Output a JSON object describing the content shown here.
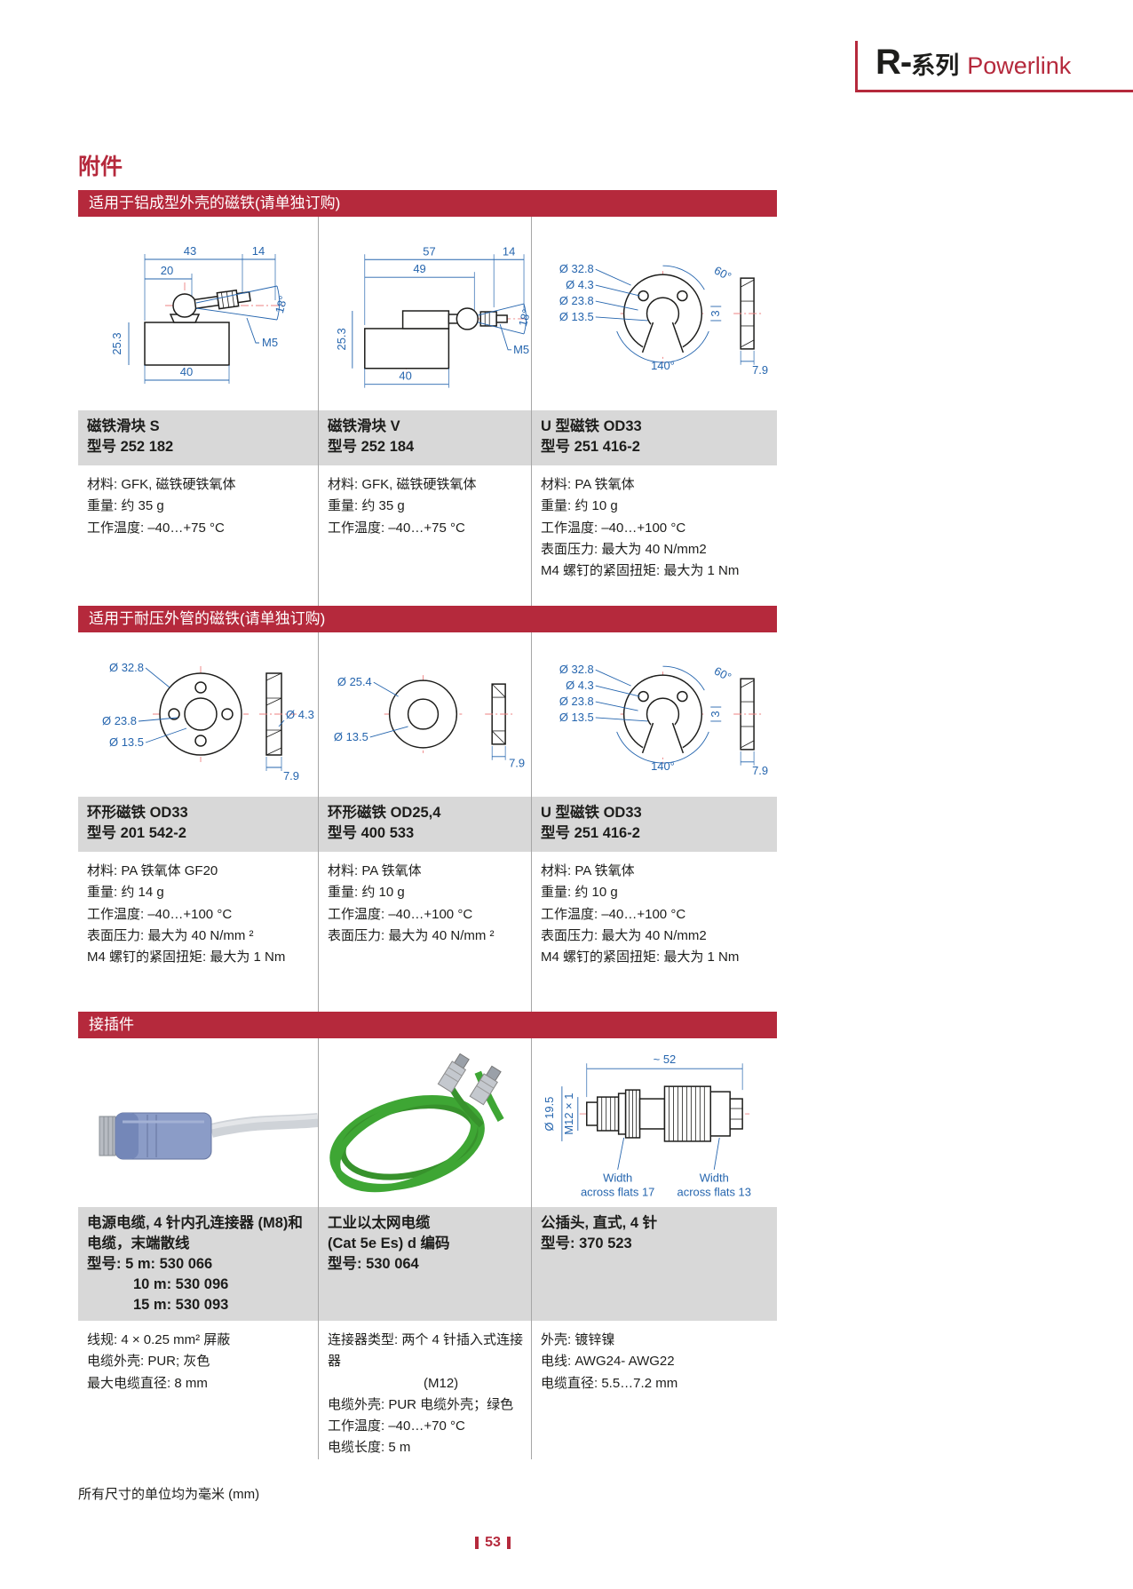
{
  "colors": {
    "accent_red": "#b5293c",
    "title_bg": "#d8d8d8",
    "dim_blue": "#2565ae",
    "centerline_red": "#ee8080",
    "cable_green": "#3ea634",
    "connector_blue": "#8b9cc7"
  },
  "header": {
    "r": "R-",
    "series": "系列",
    "product": "Powerlink"
  },
  "page_title": "附件",
  "footer": {
    "units_note": "所有尺寸的单位均为毫米 (mm)",
    "page_number": "53"
  },
  "sections": [
    {
      "banner": "适用于铝成型外壳的磁铁(请单独订购)",
      "products": [
        {
          "name": "磁铁滑块 S",
          "model": "型号 252 182",
          "specs": [
            "材料: GFK, 磁铁硬铁氧体",
            "重量: 约 35 g",
            "工作温度: –40…+75 °C"
          ]
        },
        {
          "name": "磁铁滑块 V",
          "model": "型号 252 184",
          "specs": [
            "材料: GFK, 磁铁硬铁氧体",
            "重量: 约 35 g",
            "工作温度: –40…+75 °C"
          ]
        },
        {
          "name": "U 型磁铁 OD33",
          "model": "型号 251 416-2",
          "specs": [
            "材料: PA 铁氧体",
            "重量: 约 10 g",
            "工作温度: –40…+100 °C",
            "表面压力: 最大为 40 N/mm2",
            "M4 螺钉的紧固扭矩: 最大为 1 Nm"
          ]
        }
      ]
    },
    {
      "banner": "适用于耐压外管的磁铁(请单独订购)",
      "products": [
        {
          "name": "环形磁铁 OD33",
          "model": "型号 201 542-2",
          "specs": [
            "材料: PA 铁氧体 GF20",
            "重量: 约 14 g",
            "工作温度: –40…+100 °C",
            "表面压力: 最大为 40 N/mm ²",
            "M4 螺钉的紧固扭矩: 最大为 1 Nm"
          ]
        },
        {
          "name": "环形磁铁 OD25,4",
          "model": "型号 400 533",
          "specs": [
            "材料: PA 铁氧体",
            "重量: 约 10 g",
            "工作温度: –40…+100 °C",
            "表面压力: 最大为 40 N/mm ²"
          ]
        },
        {
          "name": "U 型磁铁 OD33",
          "model": "型号 251 416-2",
          "specs": [
            "材料: PA 铁氧体",
            "重量: 约 10 g",
            "工作温度: –40…+100 °C",
            "表面压力: 最大为 40 N/mm2",
            "M4 螺钉的紧固扭矩: 最大为 1 Nm"
          ]
        }
      ]
    },
    {
      "banner": "接插件",
      "products": [
        {
          "name": "电源电缆, 4 针内孔连接器 (M8)和电缆，末端散线",
          "model_lines": [
            "型号:  5 m: 530 066",
            "10 m: 530 096",
            "15 m: 530 093"
          ],
          "specs": [
            "线规: 4 × 0.25 mm² 屏蔽",
            "电缆外壳: PUR; 灰色",
            "最大电缆直径: 8 mm"
          ]
        },
        {
          "name": "工业以太网电缆",
          "name2": "(Cat 5e Es) d 编码",
          "model": "型号: 530 064",
          "specs": [
            "连接器类型: 两个 4 针插入式连接器",
            "(M12)",
            "电缆外壳: PUR 电缆外壳；绿色",
            "工作温度: –40…+70 °C",
            "电缆长度: 5 m"
          ]
        },
        {
          "name": "公插头, 直式, 4 针",
          "model": "型号: 370 523",
          "specs": [
            "外壳: 镀锌镍",
            "电线: AWG24- AWG22",
            "电缆直径: 5.5…7.2 mm"
          ]
        }
      ]
    }
  ],
  "drawings": {
    "slider_s": {
      "w43": "43",
      "w14": "14",
      "w20": "20",
      "h253": "25.3",
      "a18": "18°",
      "m5": "M5",
      "w40": "40"
    },
    "slider_v": {
      "w57": "57",
      "w49": "49",
      "w14": "14",
      "h253": "25.3",
      "a18": "18°",
      "m5": "M5",
      "w40": "40"
    },
    "u_magnet": {
      "od": "Ø 32.8",
      "hole": "Ø 4.3",
      "bc": "Ø 23.8",
      "id": "Ø 13.5",
      "a60": "60°",
      "d3": "3",
      "a140": "140°",
      "t": "7.9"
    },
    "ring_od33": {
      "od": "Ø 32.8",
      "bc": "Ø 23.8",
      "id": "Ø 13.5",
      "hole": "Ø 4.3",
      "t": "7.9"
    },
    "ring_od254": {
      "od": "Ø 25.4",
      "id": "Ø 13.5",
      "t": "7.9"
    },
    "plug": {
      "len": "~ 52",
      "dia": "Ø 19.5",
      "thread": "M12 × 1",
      "flats17a": "Width",
      "flats17b": "across flats 17",
      "flats13a": "Width",
      "flats13b": "across flats 13"
    }
  }
}
